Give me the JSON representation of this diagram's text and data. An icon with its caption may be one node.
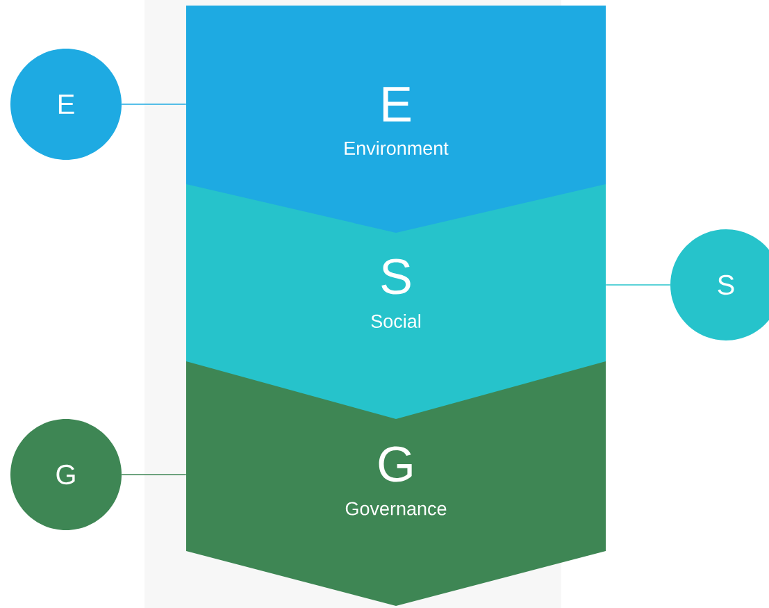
{
  "diagram": {
    "nodes": [
      {
        "text": [
          "E",
          "Environment"
        ]
      },
      {
        "text": [
          "S",
          "Social"
        ]
      },
      {
        "text": [
          "G",
          "Governance"
        ]
      },
      {
        "text": [
          "E"
        ]
      },
      {
        "text": [
          "S"
        ]
      },
      {
        "text": [
          "G"
        ]
      }
    ],
    "edges": [
      {
        "from": 3,
        "to": 0,
        "arrow": "none",
        "color": "#1eaae2"
      },
      {
        "from": 1,
        "to": 4,
        "arrow": "none",
        "color": "#26c3cb"
      },
      {
        "from": 5,
        "to": 2,
        "arrow": "none",
        "color": "#3e8654"
      }
    ]
  }
}
